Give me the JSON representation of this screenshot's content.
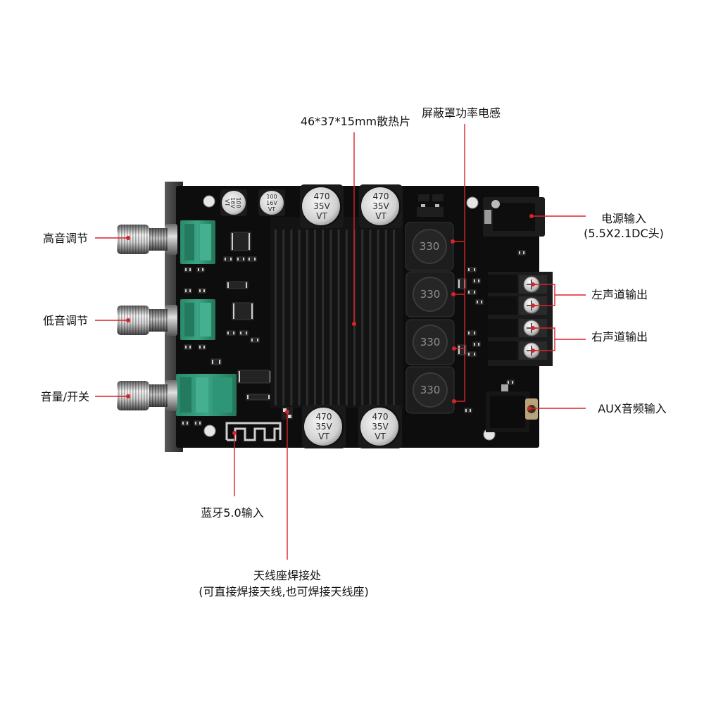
{
  "labels": {
    "heatsink": "46*37*15mm散热片",
    "inductor": "屏蔽罩功率电感",
    "power_input": "电源输入",
    "power_input_spec": "(5.5X2.1DC头)",
    "treble": "高音调节",
    "bass": "低音调节",
    "volume": "音量/开关",
    "left_channel": "左声道输出",
    "right_channel": "右声道输出",
    "aux": "AUX音频输入",
    "bluetooth": "蓝牙5.0输入",
    "antenna": "天线座焊接处",
    "antenna_note": "(可直接焊接天线,也可焊接天线座)"
  },
  "components": {
    "capacitor_large": {
      "value": "470",
      "voltage": "35V",
      "brand": "VT"
    },
    "capacitor_small": {
      "value": "100",
      "voltage": "16V",
      "brand": "VT"
    },
    "inductor_marking": "330"
  },
  "colors": {
    "annotation": "#d9232a",
    "board": "#0d0d0d",
    "potentiometer": "#2f9577"
  }
}
